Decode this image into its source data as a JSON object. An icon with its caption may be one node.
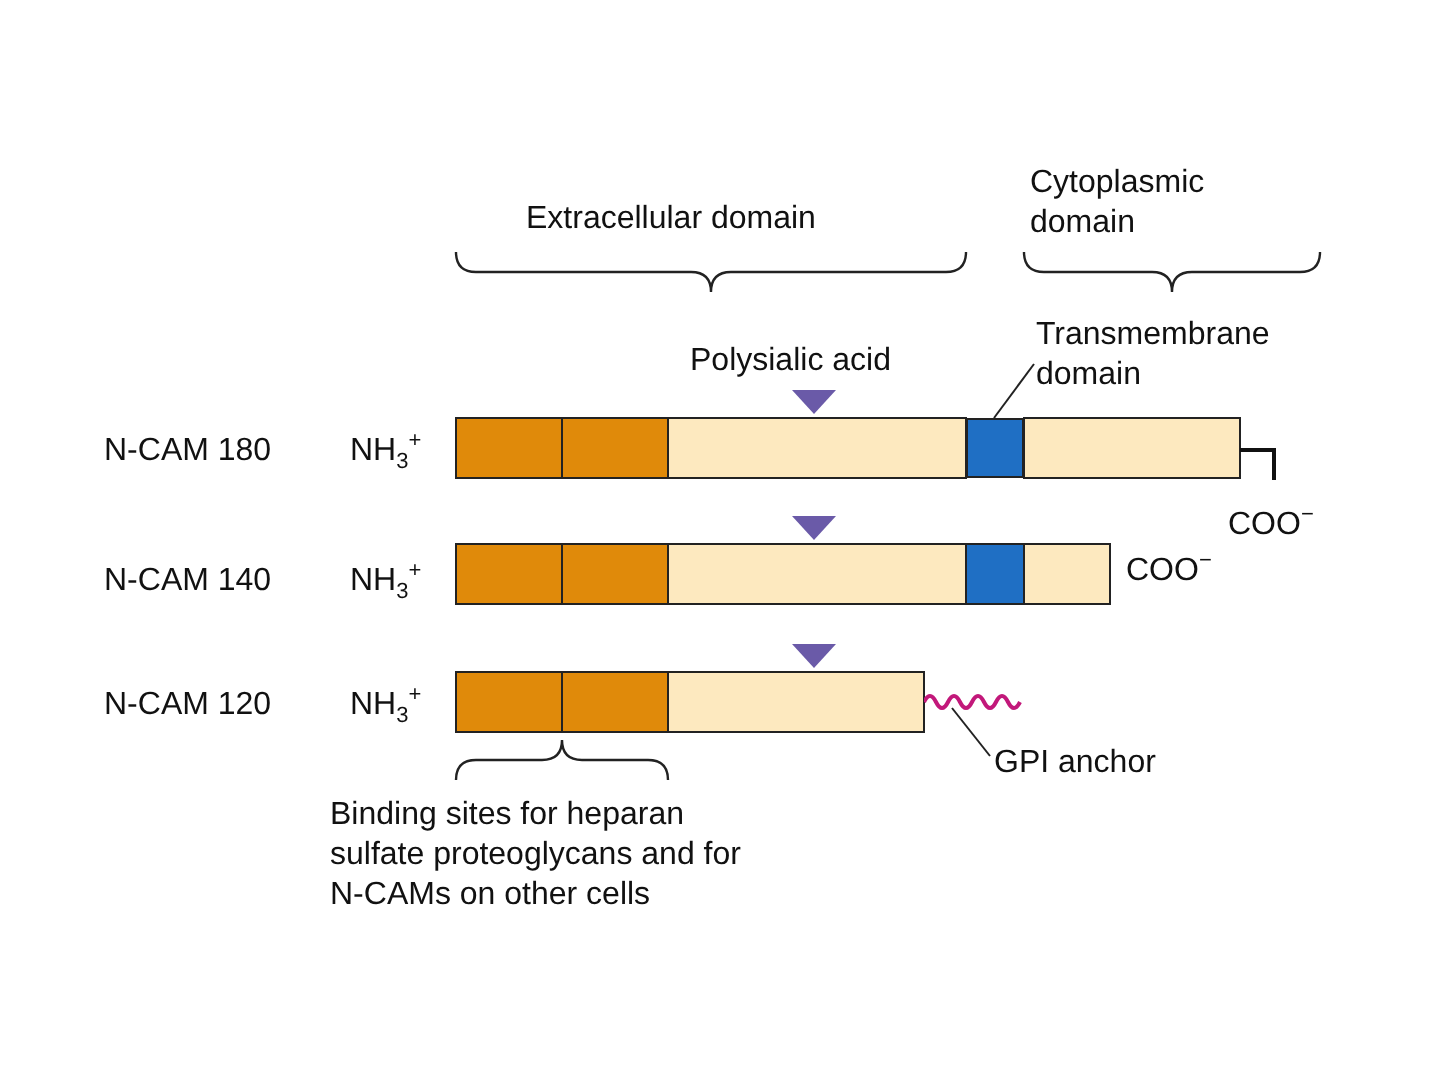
{
  "diagram": {
    "nodes": [
      {
        "text": [
          "Transmembrane domain"
        ]
      },
      {
        "text": [],
        "shape": "box"
      },
      {
        "text": [
          "GPI anchor"
        ]
      },
      {
        "text": [],
        "shape": "line"
      }
    ],
    "edges": [
      {
        "from": 0,
        "to": 1,
        "arrow": "none"
      },
      {
        "from": 2,
        "to": 3,
        "arrow": "none"
      }
    ],
    "labels": [
      "Extracellular domain",
      "Cytoplasmic domain",
      "Polysialic acid",
      "N-CAM 180",
      "NH$_{3}$$^{+}$",
      "COO$^{−}$",
      "N-CAM 140",
      "NH$_{3}$$^{+}$",
      "COO$^{−}$",
      "N-CAM 120",
      "NH$_{3}$$^{+}$",
      "Binding sites for heparan sulfate proteoglycans and for N-CAMs on other cells"
    ]
  }
}
